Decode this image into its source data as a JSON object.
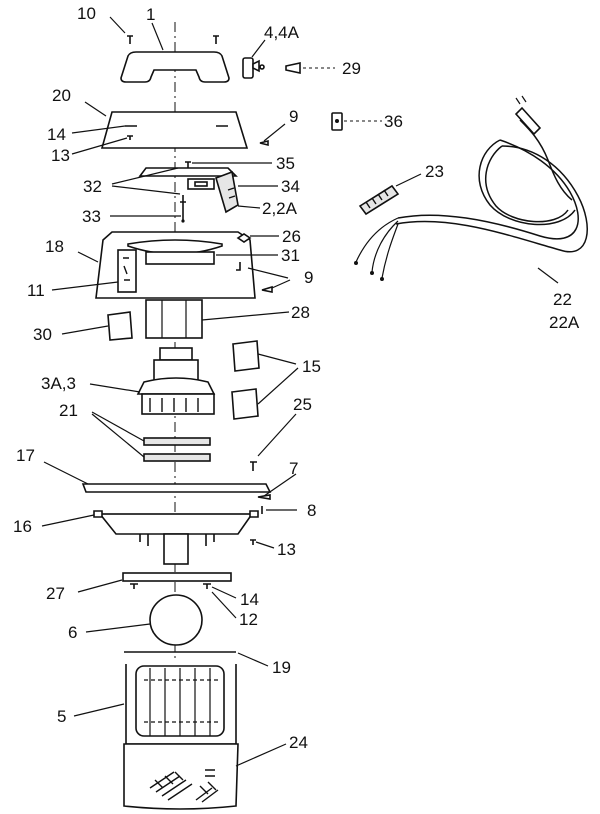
{
  "callouts": {
    "c10": "10",
    "c1": "1",
    "c4_4a": "4,4A",
    "c29": "29",
    "c20": "20",
    "c9a": "9",
    "c36": "36",
    "c14a": "14",
    "c13a": "13",
    "c35": "35",
    "c23": "23",
    "c32": "32",
    "c34": "34",
    "c2_2a": "2,2A",
    "c33": "33",
    "c26": "26",
    "c18": "18",
    "c31": "31",
    "c9b": "9",
    "c11": "11",
    "c22": "22",
    "c22a": "22A",
    "c30": "30",
    "c28": "28",
    "c15": "15",
    "c3a_3": "3A,3",
    "c21": "21",
    "c25": "25",
    "c17": "17",
    "c7": "7",
    "c16": "16",
    "c8": "8",
    "c13b": "13",
    "c27": "27",
    "c14b": "14",
    "c12": "12",
    "c6": "6",
    "c19": "19",
    "c5": "5",
    "c24": "24"
  }
}
